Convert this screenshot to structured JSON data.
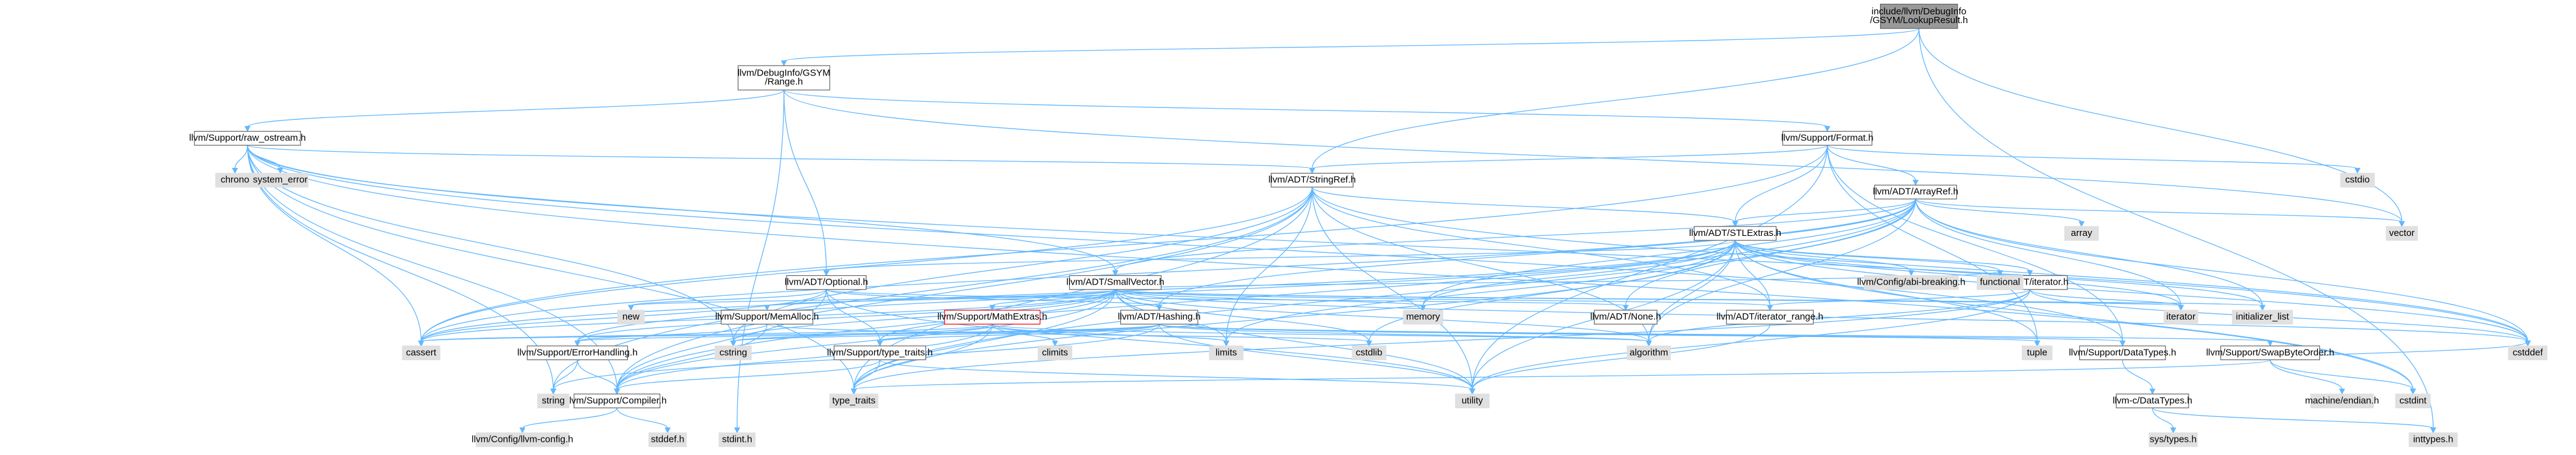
{
  "graph": {
    "title": "include/llvm/DebugInfo/GSYM/LookupResult.h",
    "colors": {
      "edge": "#63b8ff",
      "node_border": "#666666",
      "root_fill": "#999999",
      "std_fill": "#e0e0e0",
      "highlight_border": "#ff0000"
    },
    "nodes": [
      {
        "id": "root",
        "kind": "root",
        "lines": [
          "include/llvm/DebugInfo",
          "/GSYM/LookupResult.h"
        ]
      },
      {
        "id": "range",
        "kind": "hdr",
        "lines": [
          "llvm/DebugInfo/GSYM",
          "/Range.h"
        ]
      },
      {
        "id": "raw_ostream",
        "kind": "hdr",
        "lines": [
          "llvm/Support/raw_ostream.h"
        ]
      },
      {
        "id": "format",
        "kind": "hdr",
        "lines": [
          "llvm/Support/Format.h"
        ]
      },
      {
        "id": "stringref",
        "kind": "hdr",
        "lines": [
          "llvm/ADT/StringRef.h"
        ]
      },
      {
        "id": "arrayref",
        "kind": "hdr",
        "lines": [
          "llvm/ADT/ArrayRef.h"
        ]
      },
      {
        "id": "stlextras",
        "kind": "hdr",
        "lines": [
          "llvm/ADT/STLExtras.h"
        ]
      },
      {
        "id": "optional",
        "kind": "hdr",
        "lines": [
          "llvm/ADT/Optional.h"
        ]
      },
      {
        "id": "smallvector",
        "kind": "hdr",
        "lines": [
          "llvm/ADT/SmallVector.h"
        ]
      },
      {
        "id": "iterator",
        "kind": "hdr",
        "lines": [
          "llvm/ADT/iterator.h"
        ]
      },
      {
        "id": "none",
        "kind": "hdr",
        "lines": [
          "llvm/ADT/None.h"
        ]
      },
      {
        "id": "iterator_range",
        "kind": "hdr",
        "lines": [
          "llvm/ADT/iterator_range.h"
        ]
      },
      {
        "id": "memalloc",
        "kind": "hdr",
        "lines": [
          "llvm/Support/MemAlloc.h"
        ]
      },
      {
        "id": "mathextras",
        "kind": "red",
        "lines": [
          "llvm/Support/MathExtras.h"
        ]
      },
      {
        "id": "hashing",
        "kind": "hdr",
        "lines": [
          "llvm/ADT/Hashing.h"
        ]
      },
      {
        "id": "errorhandling",
        "kind": "hdr",
        "lines": [
          "llvm/Support/ErrorHandling.h"
        ]
      },
      {
        "id": "type_traits_h",
        "kind": "hdr",
        "lines": [
          "llvm/Support/type_traits.h"
        ]
      },
      {
        "id": "datatypes",
        "kind": "hdr",
        "lines": [
          "llvm/Support/DataTypes.h"
        ]
      },
      {
        "id": "swapbyteorder",
        "kind": "hdr",
        "lines": [
          "llvm/Support/SwapByteOrder.h"
        ]
      },
      {
        "id": "compiler",
        "kind": "hdr",
        "lines": [
          "llvm/Support/Compiler.h"
        ]
      },
      {
        "id": "c_datatypes",
        "kind": "hdr",
        "lines": [
          "llvm-c/DataTypes.h"
        ]
      },
      {
        "id": "abi_breaking",
        "kind": "std",
        "lines": [
          "llvm/Config/abi-breaking.h"
        ]
      },
      {
        "id": "llvm_config",
        "kind": "std",
        "lines": [
          "llvm/Config/llvm-config.h"
        ]
      },
      {
        "id": "chrono",
        "kind": "std",
        "lines": [
          "chrono"
        ]
      },
      {
        "id": "system_error",
        "kind": "std",
        "lines": [
          "system_error"
        ]
      },
      {
        "id": "cstdio",
        "kind": "std",
        "lines": [
          "cstdio"
        ]
      },
      {
        "id": "vector",
        "kind": "std",
        "lines": [
          "vector"
        ]
      },
      {
        "id": "array",
        "kind": "std",
        "lines": [
          "array"
        ]
      },
      {
        "id": "functional",
        "kind": "std",
        "lines": [
          "functional"
        ]
      },
      {
        "id": "new",
        "kind": "std",
        "lines": [
          "new"
        ]
      },
      {
        "id": "memory",
        "kind": "std",
        "lines": [
          "memory"
        ]
      },
      {
        "id": "iterator_std",
        "kind": "std",
        "lines": [
          "iterator"
        ]
      },
      {
        "id": "initializer_list",
        "kind": "std",
        "lines": [
          "initializer_list"
        ]
      },
      {
        "id": "climits",
        "kind": "std",
        "lines": [
          "climits"
        ]
      },
      {
        "id": "cassert",
        "kind": "std",
        "lines": [
          "cassert"
        ]
      },
      {
        "id": "cstring",
        "kind": "std",
        "lines": [
          "cstring"
        ]
      },
      {
        "id": "cstdlib",
        "kind": "std",
        "lines": [
          "cstdlib"
        ]
      },
      {
        "id": "limits",
        "kind": "std",
        "lines": [
          "limits"
        ]
      },
      {
        "id": "algorithm",
        "kind": "std",
        "lines": [
          "algorithm"
        ]
      },
      {
        "id": "tuple",
        "kind": "std",
        "lines": [
          "tuple"
        ]
      },
      {
        "id": "string",
        "kind": "std",
        "lines": [
          "string"
        ]
      },
      {
        "id": "type_traits",
        "kind": "std",
        "lines": [
          "type_traits"
        ]
      },
      {
        "id": "utility",
        "kind": "std",
        "lines": [
          "utility"
        ]
      },
      {
        "id": "cstdint",
        "kind": "std",
        "lines": [
          "cstdint"
        ]
      },
      {
        "id": "cstddef",
        "kind": "std",
        "lines": [
          "cstddef"
        ]
      },
      {
        "id": "machine_endian",
        "kind": "std",
        "lines": [
          "machine/endian.h"
        ]
      },
      {
        "id": "sys_types",
        "kind": "std",
        "lines": [
          "sys/types.h"
        ]
      },
      {
        "id": "stdint_h",
        "kind": "std",
        "lines": [
          "stdint.h"
        ]
      },
      {
        "id": "stddef_h",
        "kind": "std",
        "lines": [
          "stddef.h"
        ]
      },
      {
        "id": "inttypes_h",
        "kind": "std",
        "lines": [
          "inttypes.h"
        ]
      }
    ],
    "edges": [
      [
        "root",
        "range"
      ],
      [
        "root",
        "stringref"
      ],
      [
        "root",
        "vector"
      ],
      [
        "root",
        "inttypes_h"
      ],
      [
        "range",
        "raw_ostream"
      ],
      [
        "range",
        "format"
      ],
      [
        "range",
        "optional"
      ],
      [
        "range",
        "stdint_h"
      ],
      [
        "range",
        "vector"
      ],
      [
        "raw_ostream",
        "stringref"
      ],
      [
        "raw_ostream",
        "datatypes"
      ],
      [
        "raw_ostream",
        "smallvector"
      ],
      [
        "raw_ostream",
        "cassert"
      ],
      [
        "raw_ostream",
        "chrono"
      ],
      [
        "raw_ostream",
        "cstddef"
      ],
      [
        "raw_ostream",
        "cstdint"
      ],
      [
        "raw_ostream",
        "cstring"
      ],
      [
        "raw_ostream",
        "string"
      ],
      [
        "raw_ostream",
        "system_error"
      ],
      [
        "raw_ostream",
        "type_traits"
      ],
      [
        "raw_ostream",
        "compiler"
      ],
      [
        "format",
        "arrayref"
      ],
      [
        "format",
        "stringref"
      ],
      [
        "format",
        "cassert"
      ],
      [
        "format",
        "cstdio"
      ],
      [
        "format",
        "tuple"
      ],
      [
        "format",
        "utility"
      ],
      [
        "format",
        "stlextras"
      ],
      [
        "format",
        "datatypes"
      ],
      [
        "stringref",
        "stlextras"
      ],
      [
        "stringref",
        "iterator_range"
      ],
      [
        "stringref",
        "compiler"
      ],
      [
        "stringref",
        "algorithm"
      ],
      [
        "stringref",
        "cassert"
      ],
      [
        "stringref",
        "cstddef"
      ],
      [
        "stringref",
        "cstring"
      ],
      [
        "stringref",
        "limits"
      ],
      [
        "stringref",
        "string"
      ],
      [
        "stringref",
        "type_traits"
      ],
      [
        "stringref",
        "utility"
      ],
      [
        "arrayref",
        "hashing"
      ],
      [
        "arrayref",
        "none"
      ],
      [
        "arrayref",
        "smallvector"
      ],
      [
        "arrayref",
        "stlextras"
      ],
      [
        "arrayref",
        "compiler"
      ],
      [
        "arrayref",
        "algorithm"
      ],
      [
        "arrayref",
        "array"
      ],
      [
        "arrayref",
        "cassert"
      ],
      [
        "arrayref",
        "cstddef"
      ],
      [
        "arrayref",
        "initializer_list"
      ],
      [
        "arrayref",
        "iterator_std"
      ],
      [
        "arrayref",
        "memory"
      ],
      [
        "arrayref",
        "type_traits"
      ],
      [
        "arrayref",
        "vector"
      ],
      [
        "stlextras",
        "optional"
      ],
      [
        "stlextras",
        "abi_breaking"
      ],
      [
        "stlextras",
        "iterator"
      ],
      [
        "stlextras",
        "iterator_range"
      ],
      [
        "stlextras",
        "errorhandling"
      ],
      [
        "stlextras",
        "algorithm"
      ],
      [
        "stlextras",
        "cassert"
      ],
      [
        "stlextras",
        "cstddef"
      ],
      [
        "stlextras",
        "cstdint"
      ],
      [
        "stlextras",
        "cstdlib"
      ],
      [
        "stlextras",
        "functional"
      ],
      [
        "stlextras",
        "initializer_list"
      ],
      [
        "stlextras",
        "iterator_std"
      ],
      [
        "stlextras",
        "limits"
      ],
      [
        "stlextras",
        "memory"
      ],
      [
        "stlextras",
        "tuple"
      ],
      [
        "stlextras",
        "type_traits"
      ],
      [
        "stlextras",
        "utility"
      ],
      [
        "optional",
        "hashing"
      ],
      [
        "optional",
        "none"
      ],
      [
        "optional",
        "compiler"
      ],
      [
        "optional",
        "type_traits_h"
      ],
      [
        "optional",
        "cassert"
      ],
      [
        "optional",
        "new"
      ],
      [
        "optional",
        "utility"
      ],
      [
        "smallvector",
        "compiler"
      ],
      [
        "smallvector",
        "errorhandling"
      ],
      [
        "smallvector",
        "memalloc"
      ],
      [
        "smallvector",
        "type_traits_h"
      ],
      [
        "smallvector",
        "algorithm"
      ],
      [
        "smallvector",
        "cassert"
      ],
      [
        "smallvector",
        "cstddef"
      ],
      [
        "smallvector",
        "cstdlib"
      ],
      [
        "smallvector",
        "cstring"
      ],
      [
        "smallvector",
        "functional"
      ],
      [
        "smallvector",
        "initializer_list"
      ],
      [
        "smallvector",
        "iterator_std"
      ],
      [
        "smallvector",
        "limits"
      ],
      [
        "smallvector",
        "memory"
      ],
      [
        "smallvector",
        "new"
      ],
      [
        "smallvector",
        "type_traits"
      ],
      [
        "smallvector",
        "utility"
      ],
      [
        "smallvector",
        "iterator_range"
      ],
      [
        "smallvector",
        "mathextras"
      ],
      [
        "iterator",
        "iterator_range"
      ],
      [
        "iterator",
        "algorithm"
      ],
      [
        "iterator",
        "cstddef"
      ],
      [
        "iterator",
        "iterator_std"
      ],
      [
        "iterator",
        "type_traits"
      ],
      [
        "iterator",
        "utility"
      ],
      [
        "iterator_range",
        "utility"
      ],
      [
        "memalloc",
        "compiler"
      ],
      [
        "memalloc",
        "errorhandling"
      ],
      [
        "memalloc",
        "cstdlib"
      ],
      [
        "mathextras",
        "compiler"
      ],
      [
        "mathextras",
        "algorithm"
      ],
      [
        "mathextras",
        "cassert"
      ],
      [
        "mathextras",
        "climits"
      ],
      [
        "mathextras",
        "cstring"
      ],
      [
        "mathextras",
        "limits"
      ],
      [
        "mathextras",
        "type_traits"
      ],
      [
        "hashing",
        "errorhandling"
      ],
      [
        "hashing",
        "swapbyteorder"
      ],
      [
        "hashing",
        "type_traits_h"
      ],
      [
        "hashing",
        "algorithm"
      ],
      [
        "hashing",
        "cassert"
      ],
      [
        "hashing",
        "cstring"
      ],
      [
        "hashing",
        "string"
      ],
      [
        "hashing",
        "tuple"
      ],
      [
        "hashing",
        "utility"
      ],
      [
        "hashing",
        "datatypes"
      ],
      [
        "errorhandling",
        "compiler"
      ],
      [
        "errorhandling",
        "string"
      ],
      [
        "type_traits_h",
        "compiler"
      ],
      [
        "type_traits_h",
        "type_traits"
      ],
      [
        "type_traits_h",
        "utility"
      ],
      [
        "datatypes",
        "c_datatypes"
      ],
      [
        "swapbyteorder",
        "cstddef"
      ],
      [
        "swapbyteorder",
        "cstdint"
      ],
      [
        "swapbyteorder",
        "type_traits"
      ],
      [
        "swapbyteorder",
        "machine_endian"
      ],
      [
        "compiler",
        "llvm_config"
      ],
      [
        "compiler",
        "stddef_h"
      ],
      [
        "c_datatypes",
        "inttypes_h"
      ],
      [
        "c_datatypes",
        "sys_types"
      ]
    ]
  }
}
